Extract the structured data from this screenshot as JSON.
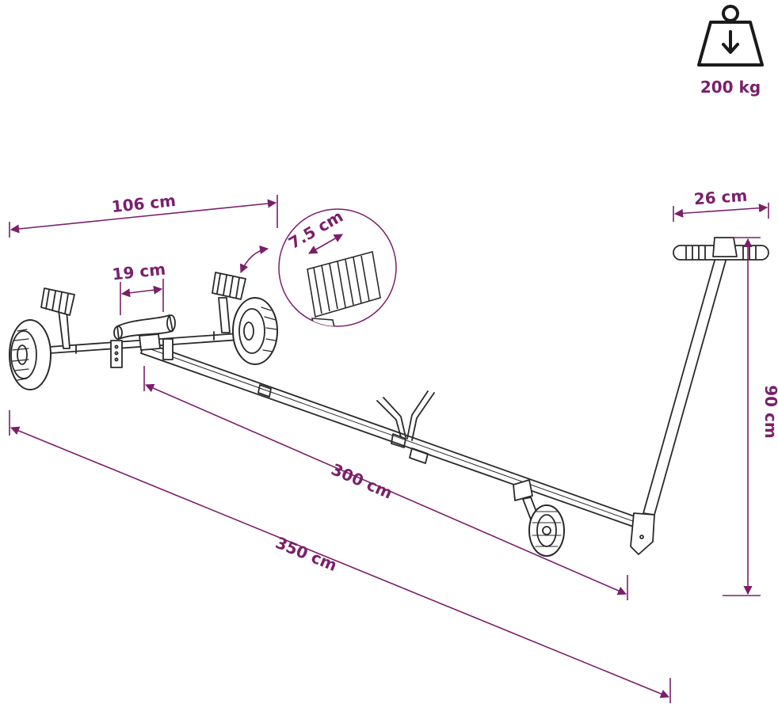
{
  "colors": {
    "accent": "#7a1f6b",
    "line": "#2a2a2a",
    "background": "#ffffff"
  },
  "weight_badge": {
    "icon": "weight-icon",
    "label": "200 kg"
  },
  "dimensions": {
    "rear_width": "106 cm",
    "roller_spacing": "19 cm",
    "roller_width": "7.5 cm",
    "handle_width": "26 cm",
    "handle_height": "90 cm",
    "frame_length": "300 cm",
    "total_length": "350 cm"
  }
}
